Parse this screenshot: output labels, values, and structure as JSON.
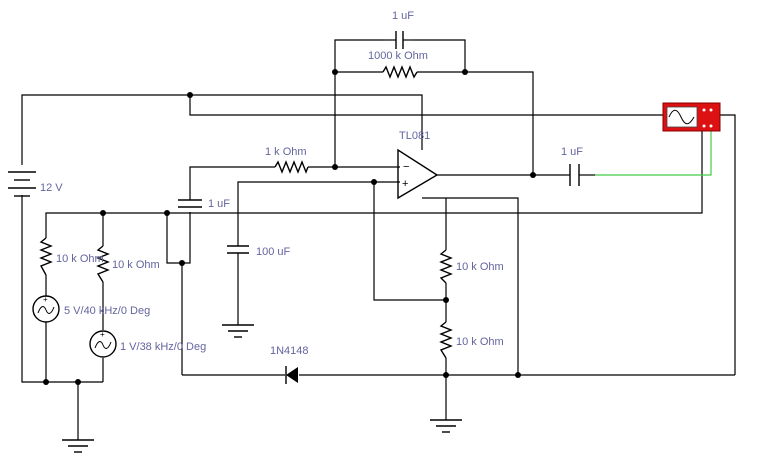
{
  "labels": {
    "c_feedback": "1 uF",
    "r_feedback": "1000 k Ohm",
    "opamp": "TL081",
    "r_input": "1 k Ohm",
    "c_output": "1 uF",
    "battery": "12 V",
    "c_input": "1 uF",
    "c_bypass": "100 uF",
    "r_bias_a": "10 k Ohm",
    "r_bias_b": "10 k Ohm",
    "r_src1": "10 k Ohm",
    "r_src2": "10 k Ohm",
    "src1": "5 V/40 kHz/0 Deg",
    "src2": "1 V/38 kHz/0 Deg",
    "diode": "1N4148"
  },
  "colors": {
    "wire": "#000000",
    "label": "#6464a0",
    "probe_wire": "#44cc44",
    "scope_body": "#dd1111",
    "scope_screen": "#ffffff"
  },
  "icons": [
    "oscilloscope-icon",
    "ground-icon",
    "ac-source-icon",
    "battery-icon",
    "diode-icon",
    "opamp-icon"
  ]
}
